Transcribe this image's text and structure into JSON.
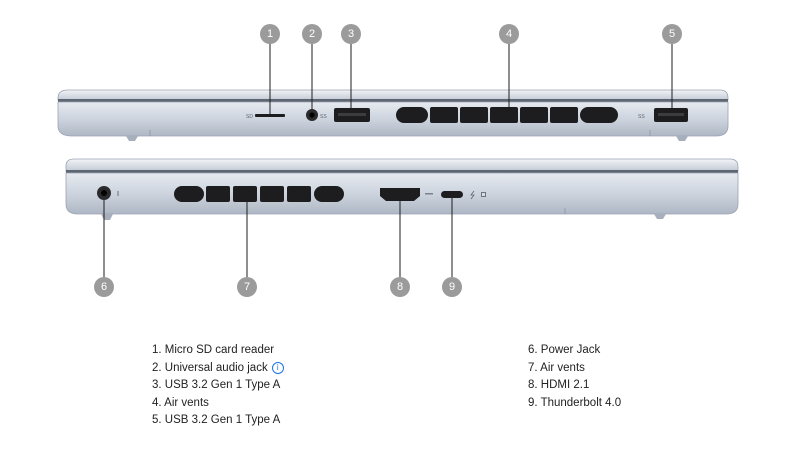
{
  "callouts": [
    "1",
    "2",
    "3",
    "4",
    "5",
    "6",
    "7",
    "8",
    "9"
  ],
  "tiny_labels": {
    "sd": "SD",
    "usb_left": "SS",
    "usb_right": "SS"
  },
  "legend": {
    "left": [
      {
        "label": "1. Micro SD card reader",
        "info_icon": false
      },
      {
        "label": "2. Universal audio jack",
        "info_icon": true,
        "info_glyph": "i"
      },
      {
        "label": "3. USB 3.2 Gen 1 Type A",
        "info_icon": false
      },
      {
        "label": "4. Air vents",
        "info_icon": false
      },
      {
        "label": "5. USB 3.2 Gen 1 Type A",
        "info_icon": false
      }
    ],
    "right": [
      {
        "label": "6. Power Jack"
      },
      {
        "label": "7. Air vents"
      },
      {
        "label": "8. HDMI 2.1"
      },
      {
        "label": "9. Thunderbolt 4.0"
      }
    ]
  },
  "colors": {
    "chassis": "#c9d1dd",
    "chassis_dark": "#9aa4b2",
    "port": "#1d1d1f",
    "callout": "#9b9b9b",
    "info": "#1a73e8"
  }
}
